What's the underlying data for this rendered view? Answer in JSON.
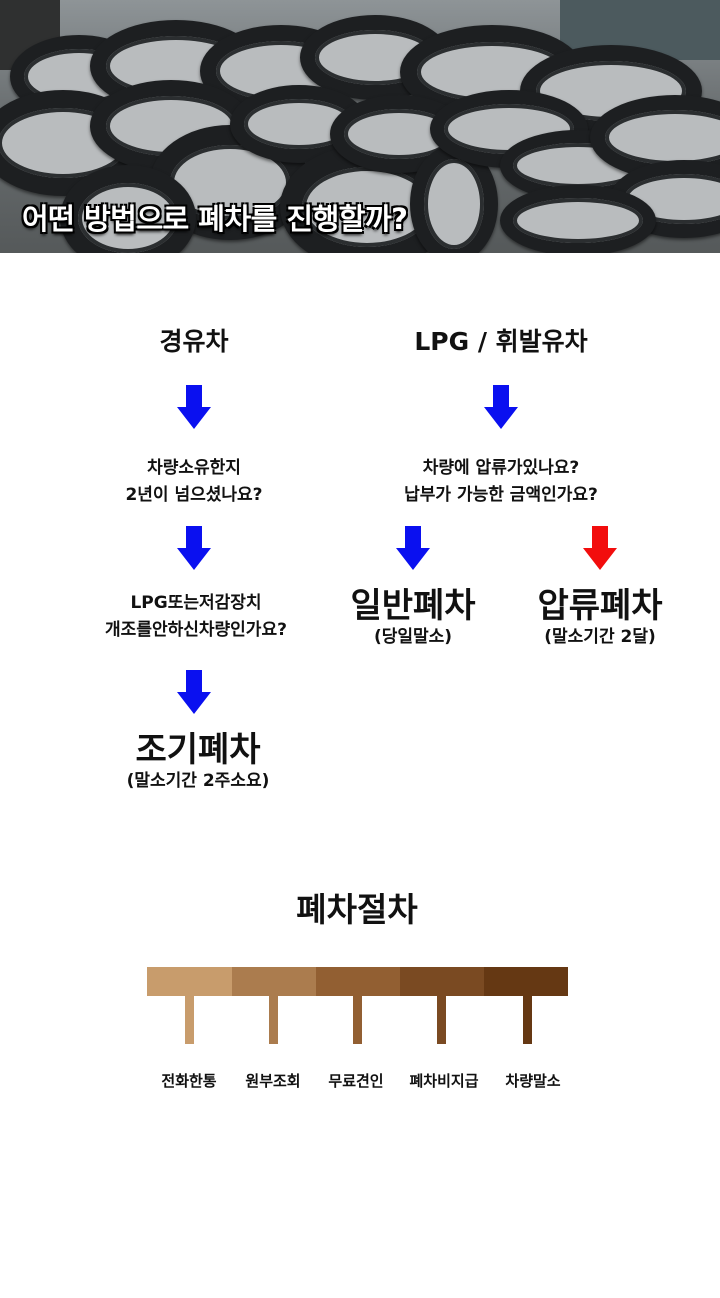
{
  "hero": {
    "caption": "어떤 방법으로 폐차를 진행할까?"
  },
  "columns": {
    "diesel": {
      "title": "경유차",
      "question1": [
        "차량소유한지",
        "2년이 넘으셨나요?"
      ],
      "question2": [
        "LPG또는저감장치",
        "개조를안하신차량인가요?"
      ],
      "result": {
        "title": "조기폐차",
        "note": "(말소기간 2주소요)"
      }
    },
    "lpg": {
      "title": "LPG / 휘발유차",
      "question": [
        "차량에 압류가있나요?",
        "납부가 가능한 금액인가요?"
      ],
      "result_yes": {
        "title": "일반폐차",
        "note": "(당일말소)"
      },
      "result_no": {
        "title": "압류폐차",
        "note": "(말소기간 2달)"
      }
    }
  },
  "arrow_colors": {
    "primary": "#0a10f0",
    "alert": "#f20d0d"
  },
  "process": {
    "title": "폐차절차",
    "steps": [
      {
        "label": "전화한통",
        "color": "#c89c6c"
      },
      {
        "label": "원부조회",
        "color": "#ab7c4e"
      },
      {
        "label": "무료견인",
        "color": "#925f32"
      },
      {
        "label": "폐차비지급",
        "color": "#7a4a22"
      },
      {
        "label": "차량말소",
        "color": "#653813"
      }
    ]
  }
}
